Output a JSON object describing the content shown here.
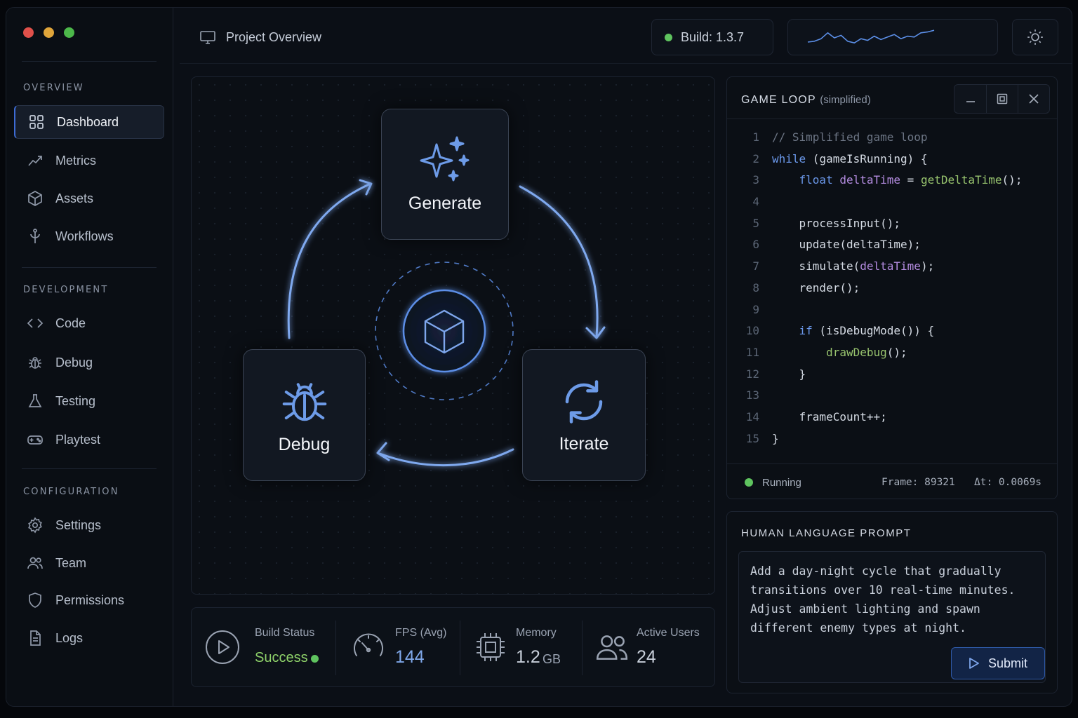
{
  "sidebar": {
    "sections": [
      {
        "label": "OVERVIEW",
        "items": [
          {
            "label": "Dashboard",
            "icon": "grid-icon",
            "active": true
          },
          {
            "label": "Metrics",
            "icon": "trend-icon"
          },
          {
            "label": "Assets",
            "icon": "cube-icon"
          },
          {
            "label": "Workflows",
            "icon": "fork-icon"
          }
        ]
      },
      {
        "label": "DEVELOPMENT",
        "items": [
          {
            "label": "Code",
            "icon": "code-icon"
          },
          {
            "label": "Debug",
            "icon": "bug-icon"
          },
          {
            "label": "Testing",
            "icon": "flask-icon"
          },
          {
            "label": "Playtest",
            "icon": "gamepad-icon"
          }
        ]
      },
      {
        "label": "CONFIGURATION",
        "items": [
          {
            "label": "Settings",
            "icon": "gear-icon"
          },
          {
            "label": "Team",
            "icon": "users-icon"
          },
          {
            "label": "Permissions",
            "icon": "shield-icon"
          },
          {
            "label": "Logs",
            "icon": "file-icon"
          }
        ]
      }
    ]
  },
  "topbar": {
    "title": "Project Overview",
    "build": "Build: 1.3.7",
    "sparkline": [
      0.25,
      0.3,
      0.45,
      0.8,
      0.5,
      0.65,
      0.3,
      0.2,
      0.45,
      0.35,
      0.6,
      0.4,
      0.55,
      0.7,
      0.45,
      0.6,
      0.55,
      0.8,
      0.85,
      0.95
    ]
  },
  "workflow": {
    "generate": "Generate",
    "iterate": "Iterate",
    "debug": "Debug"
  },
  "stats": {
    "build_status_label": "Build Status",
    "build_status_value": "Success",
    "fps_label": "FPS (Avg)",
    "fps_value": "144",
    "memory_label": "Memory",
    "memory_value": "1.2",
    "memory_unit": "GB",
    "users_label": "Active Users",
    "users_value": "24"
  },
  "code_panel": {
    "title": "GAME LOOP",
    "subtitle": "(simplified)",
    "status": "Running",
    "frame": "Frame: 89321",
    "delta": "Δt: 0.0069s",
    "lines": [
      [
        {
          "t": "// Simplified game loop",
          "c": "cm"
        }
      ],
      [
        {
          "t": "while",
          "c": "kw"
        },
        {
          "t": " (gameIsRunning) {"
        }
      ],
      [
        {
          "t": "    "
        },
        {
          "t": "float",
          "c": "kw"
        },
        {
          "t": " "
        },
        {
          "t": "deltaTime",
          "c": "pu"
        },
        {
          "t": " = "
        },
        {
          "t": "getDeltaTime",
          "c": "gr"
        },
        {
          "t": "();"
        }
      ],
      [],
      [
        {
          "t": "    processInput();"
        }
      ],
      [
        {
          "t": "    update(deltaTime);"
        }
      ],
      [
        {
          "t": "    simulate("
        },
        {
          "t": "deltaTime",
          "c": "pu"
        },
        {
          "t": ");"
        }
      ],
      [
        {
          "t": "    render();"
        }
      ],
      [],
      [
        {
          "t": "    "
        },
        {
          "t": "if",
          "c": "kw"
        },
        {
          "t": " (isDebugMode()) {"
        }
      ],
      [
        {
          "t": "        "
        },
        {
          "t": "drawDebug",
          "c": "gr"
        },
        {
          "t": "();"
        }
      ],
      [
        {
          "t": "    }"
        }
      ],
      [],
      [
        {
          "t": "    frameCount++;"
        }
      ],
      [
        {
          "t": "}"
        }
      ]
    ]
  },
  "prompt": {
    "title": "HUMAN LANGUAGE PROMPT",
    "text": "Add a day-night cycle that gradually transitions over 10 real-time minutes. Adjust ambient lighting and spawn different enemy types at night.",
    "submit_label": "Submit"
  },
  "colors": {
    "accent": "#5b8ee6",
    "success": "#5fc45f",
    "background": "#0b0f16"
  }
}
